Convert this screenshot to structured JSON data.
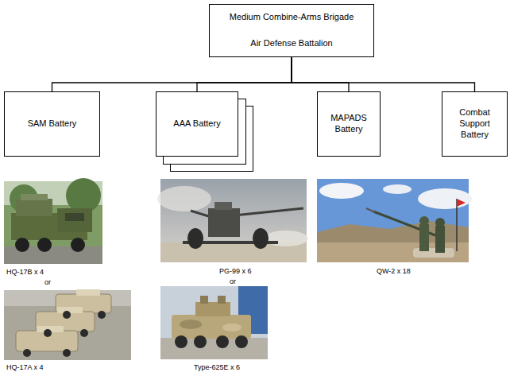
{
  "diagram": {
    "nodes": [
      {
        "text": [
          "Medium Combine-Arms Brigade",
          "Air Defense Battalion"
        ]
      },
      {
        "text": [
          "SAM Battery"
        ]
      },
      {
        "text": [
          "AAA Battery"
        ]
      },
      {
        "text": [
          "MAPADS Battery"
        ]
      },
      {
        "text": [
          "Combat Support Battery"
        ]
      }
    ],
    "edges": [
      {
        "from": 0,
        "to": 1,
        "arrow": "none"
      },
      {
        "from": 0,
        "to": 2,
        "arrow": "none"
      },
      {
        "from": 0,
        "to": 3,
        "arrow": "none"
      },
      {
        "from": 0,
        "to": 4,
        "arrow": "none"
      }
    ],
    "labels": [
      "HQ-17B x 4",
      "or",
      "HQ-17A x 4",
      "PG-99 x 6",
      "or",
      "Type-625E x 6",
      "QW-2 x 18"
    ]
  }
}
